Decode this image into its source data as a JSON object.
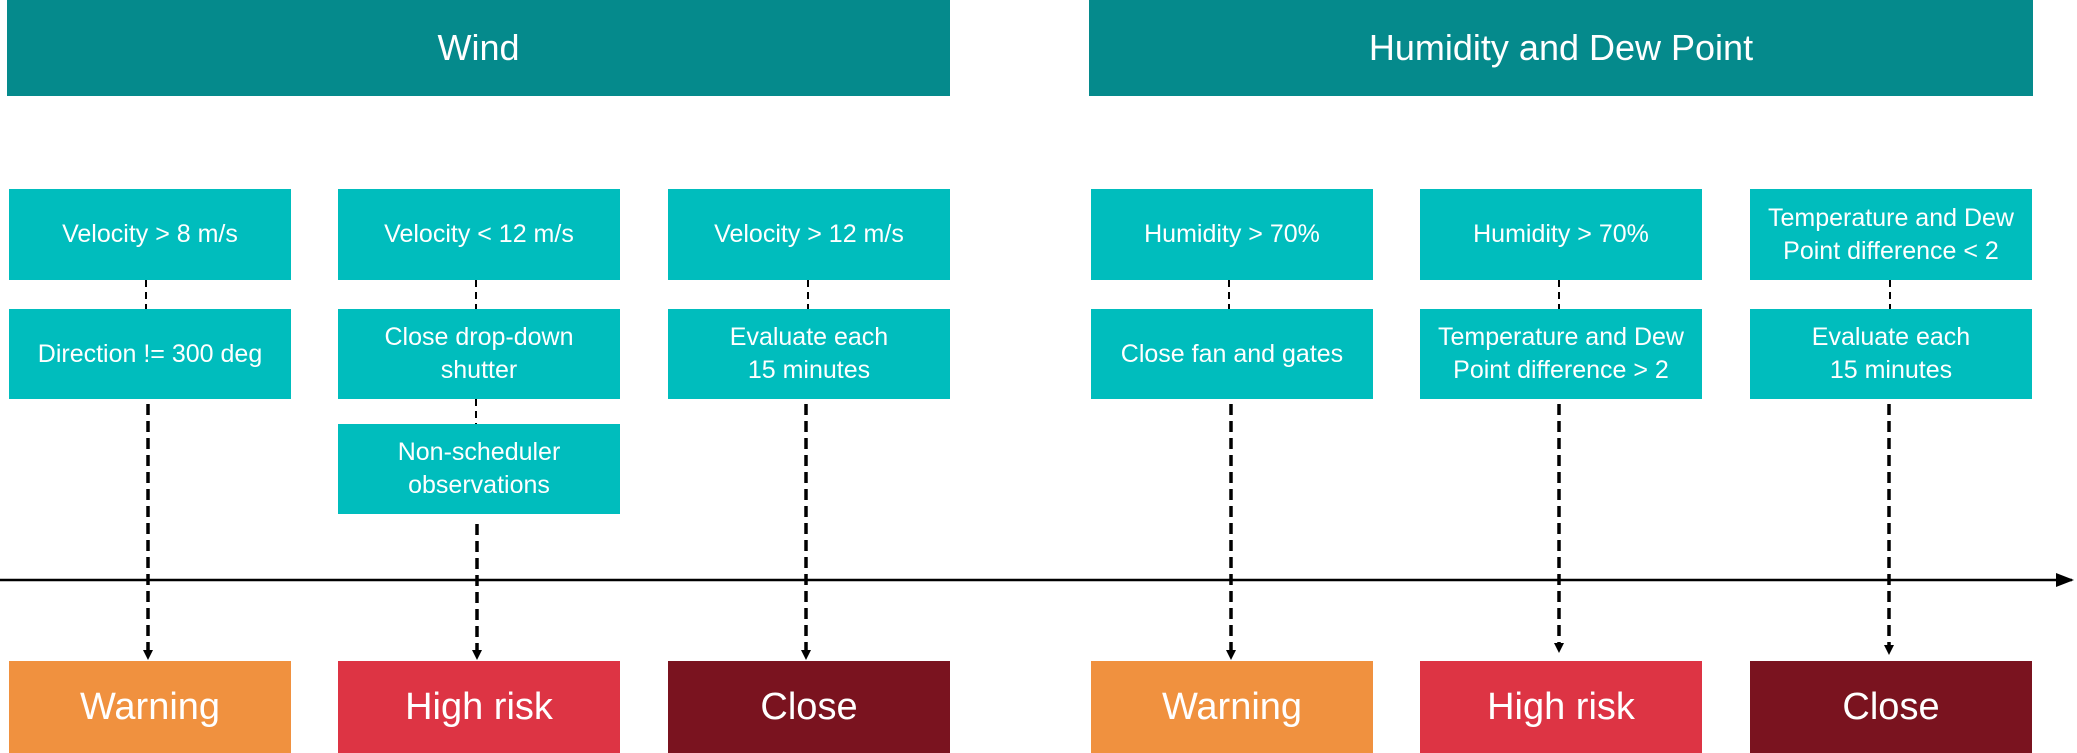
{
  "groups": [
    {
      "title": "Wind",
      "columns": [
        {
          "conditions": [
            "Velocity > 8 m/s",
            "Direction != 300 deg"
          ],
          "outcome": "Warning",
          "level": "warning"
        },
        {
          "conditions": [
            "Velocity < 12 m/s",
            "Close drop-down shutter",
            "Non-scheduler observations"
          ],
          "outcome": "High risk",
          "level": "high"
        },
        {
          "conditions": [
            "Velocity > 12 m/s",
            "Evaluate each 15 minutes"
          ],
          "outcome": "Close",
          "level": "close"
        }
      ]
    },
    {
      "title": "Humidity and Dew Point",
      "columns": [
        {
          "conditions": [
            "Humidity > 70%",
            "Close fan and gates"
          ],
          "outcome": "Warning",
          "level": "warning"
        },
        {
          "conditions": [
            "Humidity > 70%",
            "Temperature and Dew Point difference > 2"
          ],
          "outcome": "High risk",
          "level": "high"
        },
        {
          "conditions": [
            "Temperature and Dew Point difference < 2",
            "Evaluate each 15 minutes"
          ],
          "outcome": "Close",
          "level": "close"
        }
      ]
    }
  ],
  "colors": {
    "header": "#058a8c",
    "condition": "#00bdbd",
    "warning": "#f0913f",
    "high_risk": "#dd3444",
    "close": "#7a131f"
  }
}
